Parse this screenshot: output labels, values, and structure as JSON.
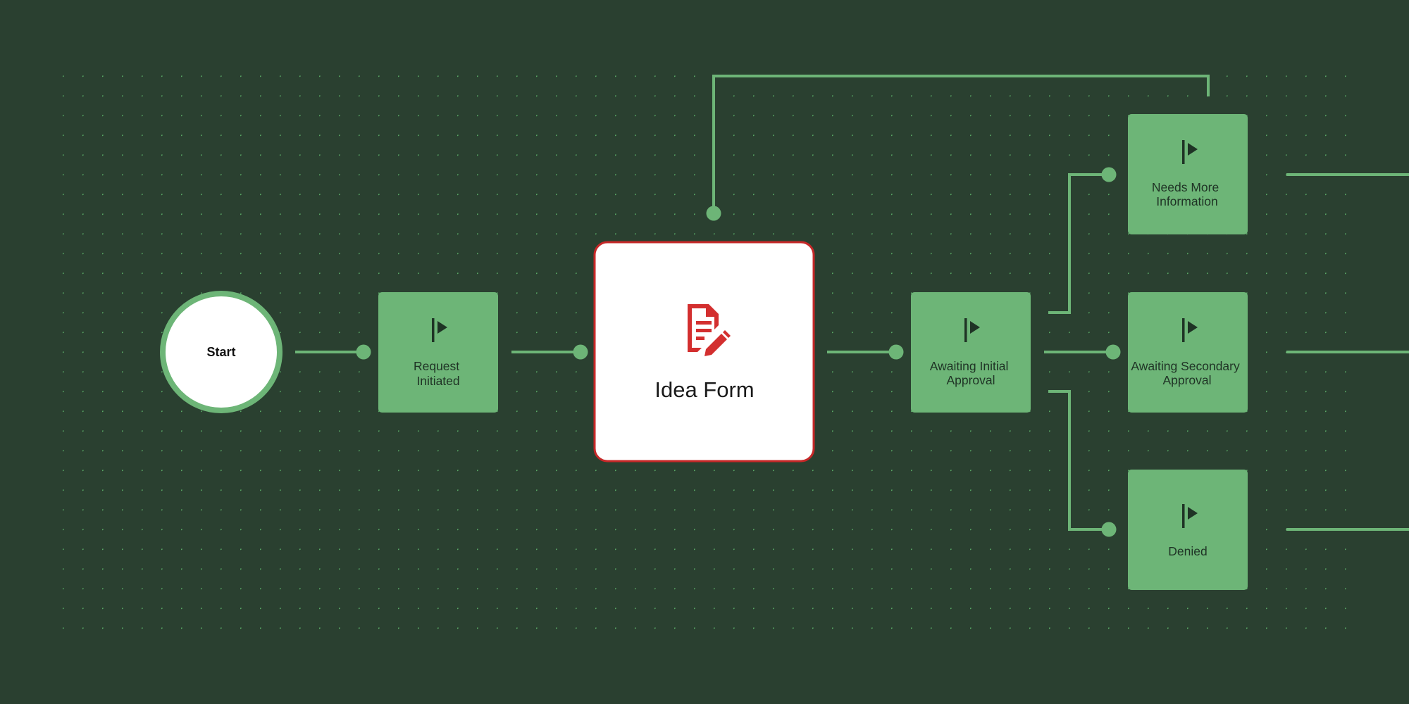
{
  "colors": {
    "background": "#2a4030",
    "grid_dot": "#5aaa66",
    "node_fill": "#6db577",
    "connector": "#6db577",
    "form_border": "#c62828",
    "form_icon": "#d32f2f",
    "start_fill": "#ffffff"
  },
  "nodes": {
    "start": {
      "label": "Start"
    },
    "request_initiated": {
      "label_lines": [
        "Request",
        "Initiated"
      ],
      "icon": "flag-icon"
    },
    "idea_form": {
      "label": "Idea Form",
      "icon": "document-edit-icon"
    },
    "awaiting_initial_approval": {
      "label_lines": [
        "Awaiting Initial",
        "Approval"
      ],
      "icon": "flag-icon"
    },
    "needs_more_information": {
      "label_lines": [
        "Needs More",
        "Information"
      ],
      "icon": "flag-icon"
    },
    "awaiting_secondary_approval": {
      "label_lines": [
        "Awaiting Secondary",
        "Approval"
      ],
      "icon": "flag-icon"
    },
    "denied": {
      "label_lines": [
        "Denied"
      ],
      "icon": "flag-icon"
    }
  }
}
